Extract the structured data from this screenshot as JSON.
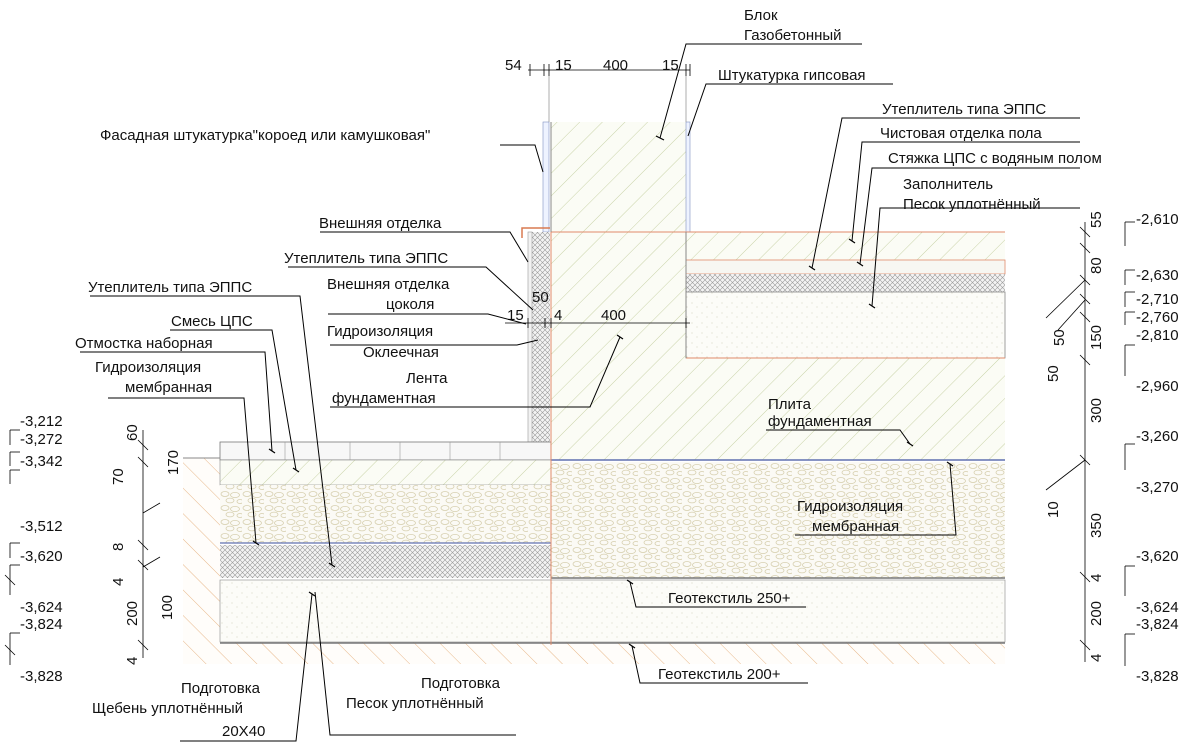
{
  "labels": {
    "block": "Блок",
    "gas_concrete": "Газобетонный",
    "gypsum_plaster": "Штукатурка гипсовая",
    "facade_plaster": "Фасадная штукатурка\"короед или камушковая\"",
    "epps_top": "Утеплитель типа ЭППС",
    "floor_finish": "Чистовая отделка пола",
    "screed": "Стяжка ЦПС с водяным полом",
    "filler": "Заполнитель",
    "compacted_sand": "Песок уплотнённый",
    "external_finish": "Внешняя отделка",
    "epps_wall": "Утеплитель типа ЭППС",
    "plinth_finish_1": "Внешняя отделка",
    "plinth_finish_2": "цоколя",
    "epps_left": "Утеплитель типа ЭППС",
    "cps_mix": "Смесь ЦПС",
    "waterproofing_1": "Гидроизоляция",
    "waterproofing_2": "Оклеечная",
    "paving": "Отмостка наборная",
    "membrane_left_1": "Гидроизоляция",
    "membrane_left_2": "мембранная",
    "strip_1": "Лента",
    "strip_2": "фундаментная",
    "slab_1": "Плита",
    "slab_2": "фундаментная",
    "membrane_right_1": "Гидроизоляция",
    "membrane_right_2": "мембранная",
    "geotextile_250": "Геотекстиль 250+",
    "geotextile_200": "Геотекстиль 200+",
    "prep_gravel_1": "Подготовка",
    "prep_gravel_2": "Щебень уплотнённый",
    "prep_gravel_3": "20Х40",
    "prep_sand_1": "Подготовка",
    "prep_sand_2": "Песок уплотнённый"
  },
  "dims_top": {
    "d54": "54",
    "d15a": "15",
    "d400": "400",
    "d15b": "15"
  },
  "dims_mid": {
    "d15": "15",
    "d50": "50",
    "d4": "4",
    "d400": "400"
  },
  "dims_left": {
    "d60": "60",
    "d70": "70",
    "d170": "170",
    "d8": "8",
    "d4": "4",
    "d200": "200",
    "d100": "100",
    "d4b": "4"
  },
  "levels_left": [
    "-3,212",
    "-3,272",
    "-3,342",
    "-3,512",
    "-3,620",
    "-3,624",
    "-3,824",
    "-3,828"
  ],
  "dims_right": {
    "d55": "55",
    "d80": "80",
    "d50a": "50",
    "d50b": "50",
    "d150": "150",
    "d300": "300",
    "d10": "10",
    "d350": "350",
    "d4": "4",
    "d200": "200",
    "d4b": "4"
  },
  "levels_right": [
    "-2,610",
    "-2,630",
    "-2,710",
    "-2,760",
    "-2,810",
    "-2,960",
    "-3,260",
    "-3,270",
    "-3,620",
    "-3,624",
    "-3,824",
    "-3,828"
  ]
}
